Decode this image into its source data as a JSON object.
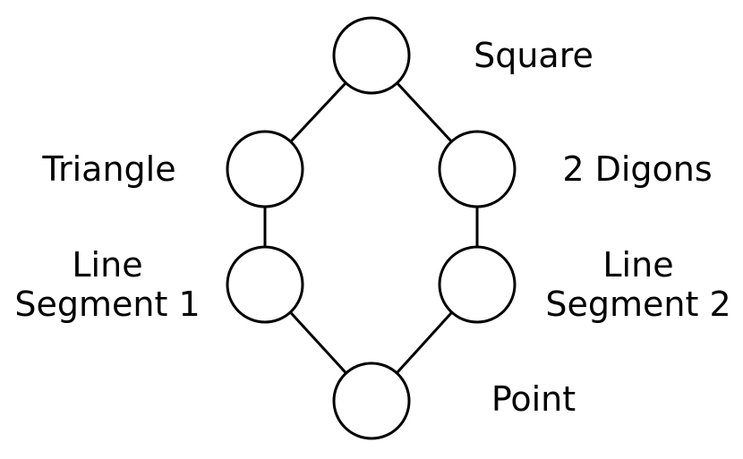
{
  "nodes": [
    {
      "id": "square",
      "label_lines": [
        "Square"
      ]
    },
    {
      "id": "triangle",
      "label_lines": [
        "Triangle"
      ]
    },
    {
      "id": "digons",
      "label_lines": [
        "2 Digons"
      ]
    },
    {
      "id": "segment1",
      "label_lines": [
        "Line",
        "Segment 1"
      ]
    },
    {
      "id": "segment2",
      "label_lines": [
        "Line",
        "Segment 2"
      ]
    },
    {
      "id": "point",
      "label_lines": [
        "Point"
      ]
    }
  ],
  "edges": [
    [
      "square",
      "triangle"
    ],
    [
      "square",
      "digons"
    ],
    [
      "triangle",
      "segment1"
    ],
    [
      "digons",
      "segment2"
    ],
    [
      "segment1",
      "point"
    ],
    [
      "segment2",
      "point"
    ]
  ]
}
